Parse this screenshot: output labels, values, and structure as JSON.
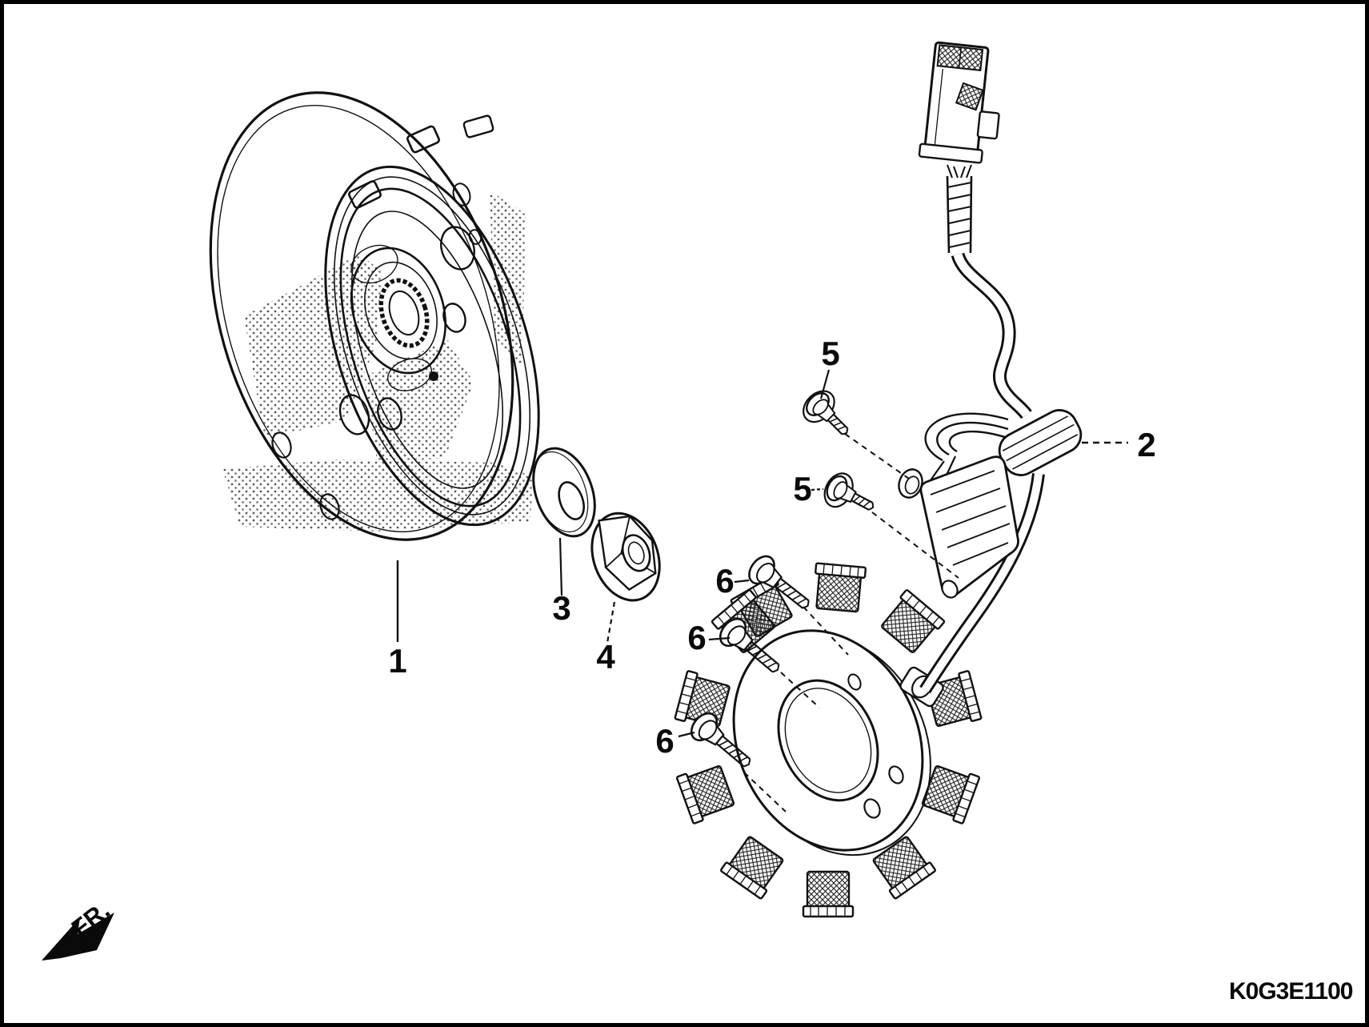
{
  "drawing": {
    "code": "K0G3E1100",
    "front_marker": "FR."
  },
  "callouts": {
    "c1": {
      "label": "1"
    },
    "c2": {
      "label": "2"
    },
    "c3": {
      "label": "3"
    },
    "c4": {
      "label": "4"
    },
    "c5a": {
      "label": "5"
    },
    "c5b": {
      "label": "5"
    },
    "c6a": {
      "label": "6"
    },
    "c6b": {
      "label": "6"
    },
    "c6c": {
      "label": "6"
    }
  }
}
